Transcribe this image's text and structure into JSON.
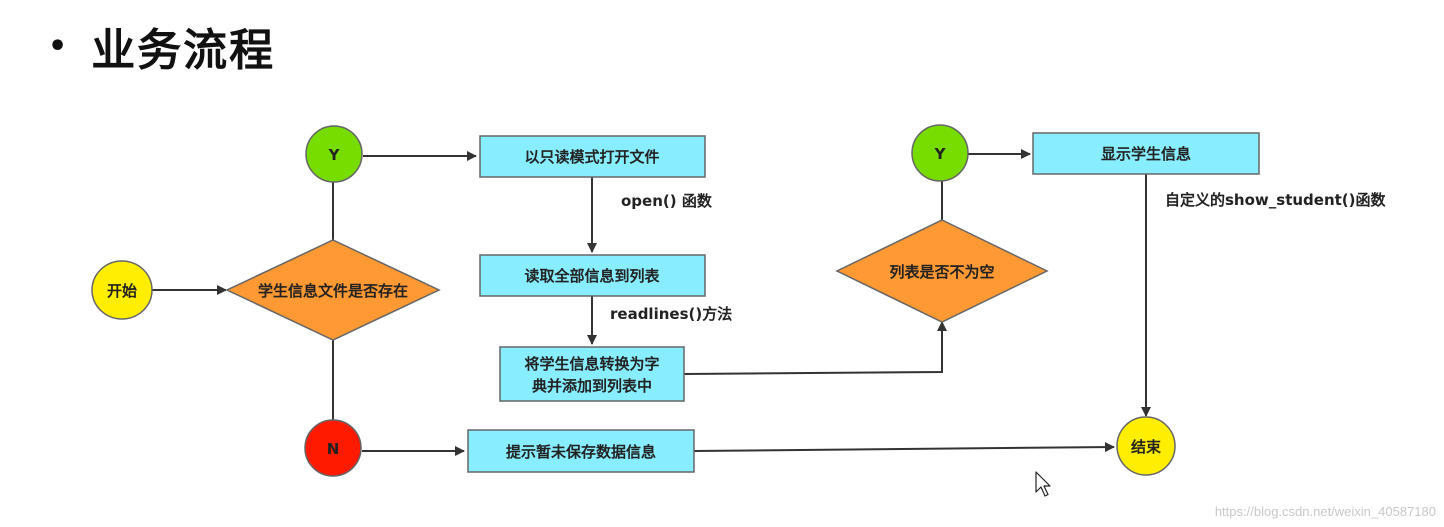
{
  "heading": {
    "bullet": "•",
    "text": "业务流程"
  },
  "nodes": {
    "start": "开始",
    "decision_file": "学生信息文件是否存在",
    "yes_top": "Y",
    "no_bottom": "N",
    "open_file": "以只读模式打开文件",
    "read_all": "读取全部信息到列表",
    "convert_line1": "将学生信息转换为字",
    "convert_line2": "典并添加到列表中",
    "decision_list": "列表是否不为空",
    "yes_right": "Y",
    "show_info": "显示学生信息",
    "no_data": "提示暂未保存数据信息",
    "end": "结束"
  },
  "labels": {
    "open_fn": "open() 函数",
    "readlines": "readlines()方法",
    "show_student": "自定义的show_student()函数"
  },
  "watermark": "https://blog.csdn.net/weixin_40587180",
  "colors": {
    "terminal": "#ffee00",
    "decision": "#ff9933",
    "process": "#88eeff",
    "yes": "#77dd00",
    "no": "#ff1a00"
  }
}
